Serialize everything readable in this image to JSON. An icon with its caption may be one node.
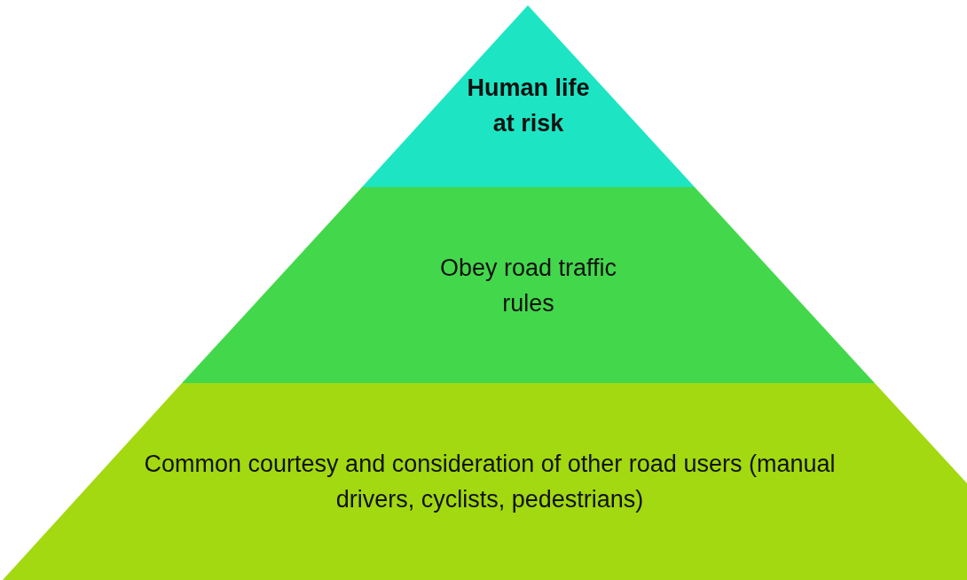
{
  "diagram": {
    "nodes": [
      {
        "text": [
          "Human life at risk"
        ]
      },
      {
        "text": [
          "Obey road traffic rules"
        ]
      },
      {
        "text": [
          "Common courtesy and consideration of other road users (manual drivers, cyclists, pedestrians)"
        ]
      }
    ]
  }
}
